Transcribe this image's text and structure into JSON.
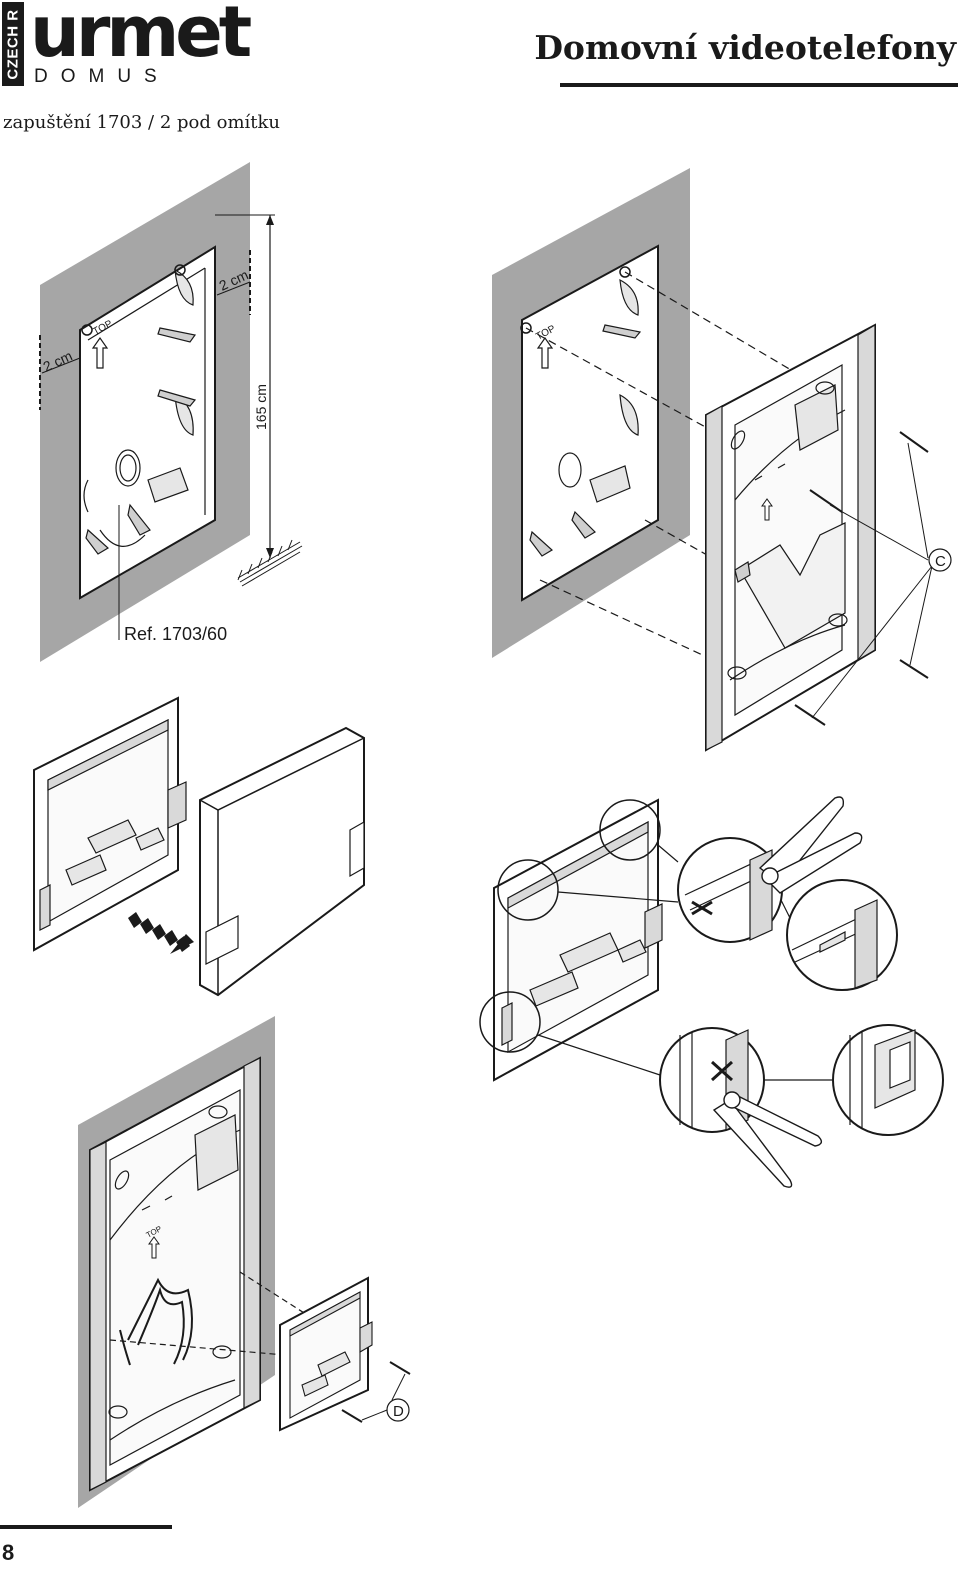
{
  "header": {
    "country_tab": "CZECH R",
    "brand_name": "urmet",
    "brand_sub": "DOMUS",
    "doc_title": "Domovní videotelefony"
  },
  "section": {
    "title": "zapuštění 1703 / 2 pod omítku"
  },
  "figure1": {
    "dim_left": "2 cm",
    "dim_top": "2 cm",
    "dim_height": "165 cm",
    "top_label": "TOP",
    "ref_label": "Ref. 1703/60"
  },
  "figure2": {
    "top_label": "TOP",
    "callout": "C"
  },
  "figure5": {
    "top_label": "TOP",
    "callout": "D"
  },
  "colors": {
    "wall": "#a6a6a6",
    "ink": "#1a1a1a",
    "paper": "#ffffff",
    "shade": "#d9d9d9"
  },
  "footer": {
    "page_number": "8"
  }
}
